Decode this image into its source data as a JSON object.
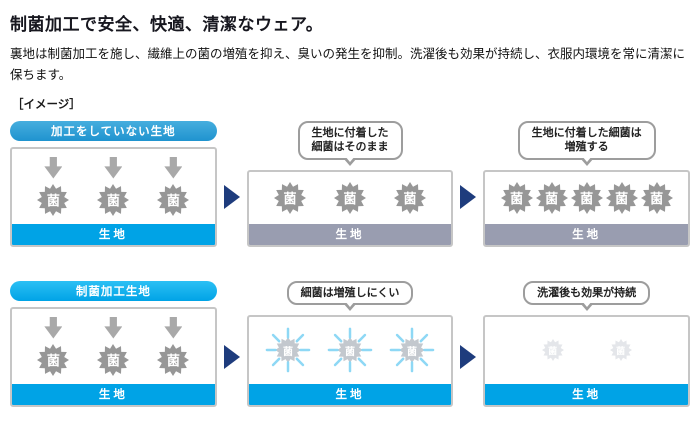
{
  "page": {
    "title": "制菌加工で安全、快適、清潔なウェア。",
    "description": "裏地は制菌加工を施し、繊維上の菌の増殖を抑え、臭いの発生を抑制。洗濯後も効果が持続し、衣服内環境を常に清潔に保ちます。",
    "image_label": "［イメージ］"
  },
  "germ_label": "菌",
  "diagram": {
    "fabric_label": "生地",
    "rows": [
      {
        "header": "加工をしていない生地",
        "bubble_a": "生地に付着した\n細菌はそのまま",
        "bubble_b": "生地に付着した細菌は\n増殖する"
      },
      {
        "header": "制菌加工生地",
        "bubble_a": "細菌は増殖しにくい",
        "bubble_b": "洗濯後も効果が持続"
      }
    ],
    "colors": {
      "header_blue": "#2d9fd6",
      "header_cyan": "#00aeef",
      "base_blue": "#00a3e6",
      "base_gray": "#999db0",
      "flow_arrow_navy": "#1e3c7d",
      "germ_gray": "#979797",
      "sparkle_blue": "#8ed8f5"
    }
  }
}
